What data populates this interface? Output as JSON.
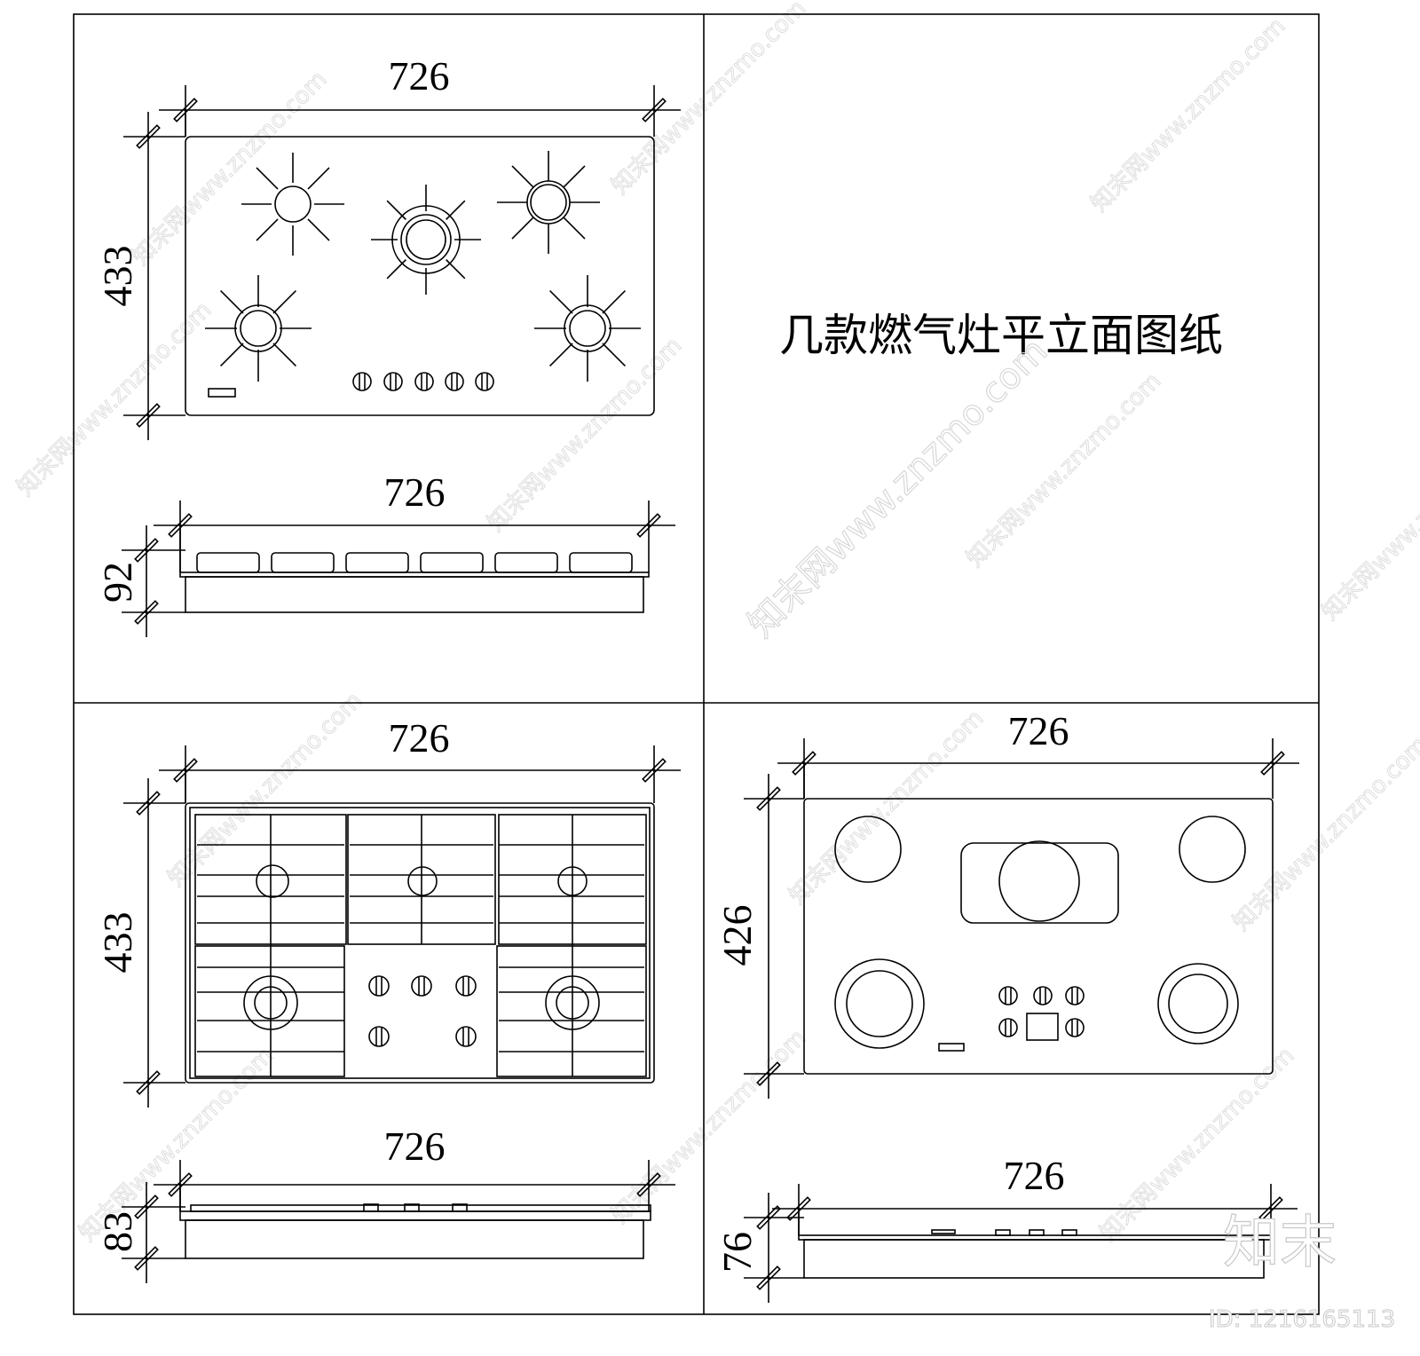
{
  "title": "几款燃气灶平立面图纸",
  "drawings": [
    {
      "view": "plan",
      "width_label": "726",
      "depth_label": "433"
    },
    {
      "view": "elevation",
      "width_label": "726",
      "height_label": "92"
    },
    {
      "view": "plan",
      "width_label": "726",
      "depth_label": "433"
    },
    {
      "view": "elevation",
      "width_label": "726",
      "height_label": "83"
    },
    {
      "view": "plan",
      "width_label": "726",
      "depth_label": "426"
    },
    {
      "view": "elevation",
      "width_label": "726",
      "height_label": "76"
    }
  ],
  "watermark": {
    "site": "知末网www.znzmo.com",
    "logo": "知末",
    "id": "ID: 1216165113"
  },
  "colors": {
    "line": "#000000",
    "watermark": "#d8d8d8"
  }
}
